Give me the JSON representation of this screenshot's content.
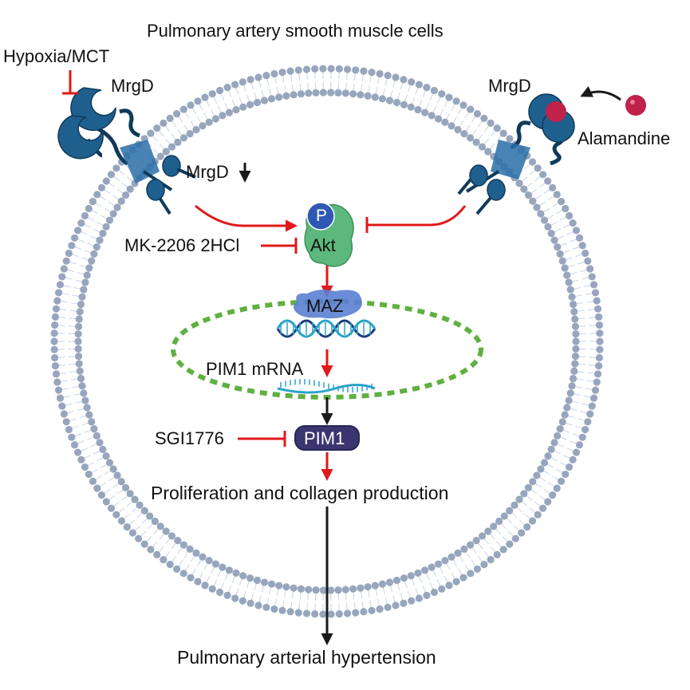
{
  "title": "Pulmonary artery smooth muscle cells",
  "colors": {
    "membrane_head": "#97a6bd",
    "membrane_tail": "#c9d4e6",
    "receptor": "#1f5f8e",
    "receptor_dark": "#0f3a5a",
    "ligand": "#c0224a",
    "akt": "#5cb87d",
    "phospho": "#2f58b3",
    "maz": "#5b7fd1",
    "pim1": "#3b3670",
    "nucleus_border": "#5fb041",
    "activation": "#e0191b",
    "neutral_arrow": "#1a1a1a"
  },
  "labels": {
    "stimulus": "Hypoxia/MCT",
    "receptor_left": "MrgD",
    "receptor_right": "MrgD",
    "ligand": "Alamandine",
    "mrgd_down": "MrgD",
    "phospho": "P",
    "akt": "Akt",
    "akt_inhibitor": "MK-2206 2HCl",
    "maz": "MAZ",
    "mrna": "PIM1 mRNA",
    "pim1": "PIM1",
    "pim1_inhibitor": "SGI1776",
    "outcome_cell": "Proliferation and collagen production",
    "outcome_disease": "Pulmonary arterial hypertension"
  }
}
